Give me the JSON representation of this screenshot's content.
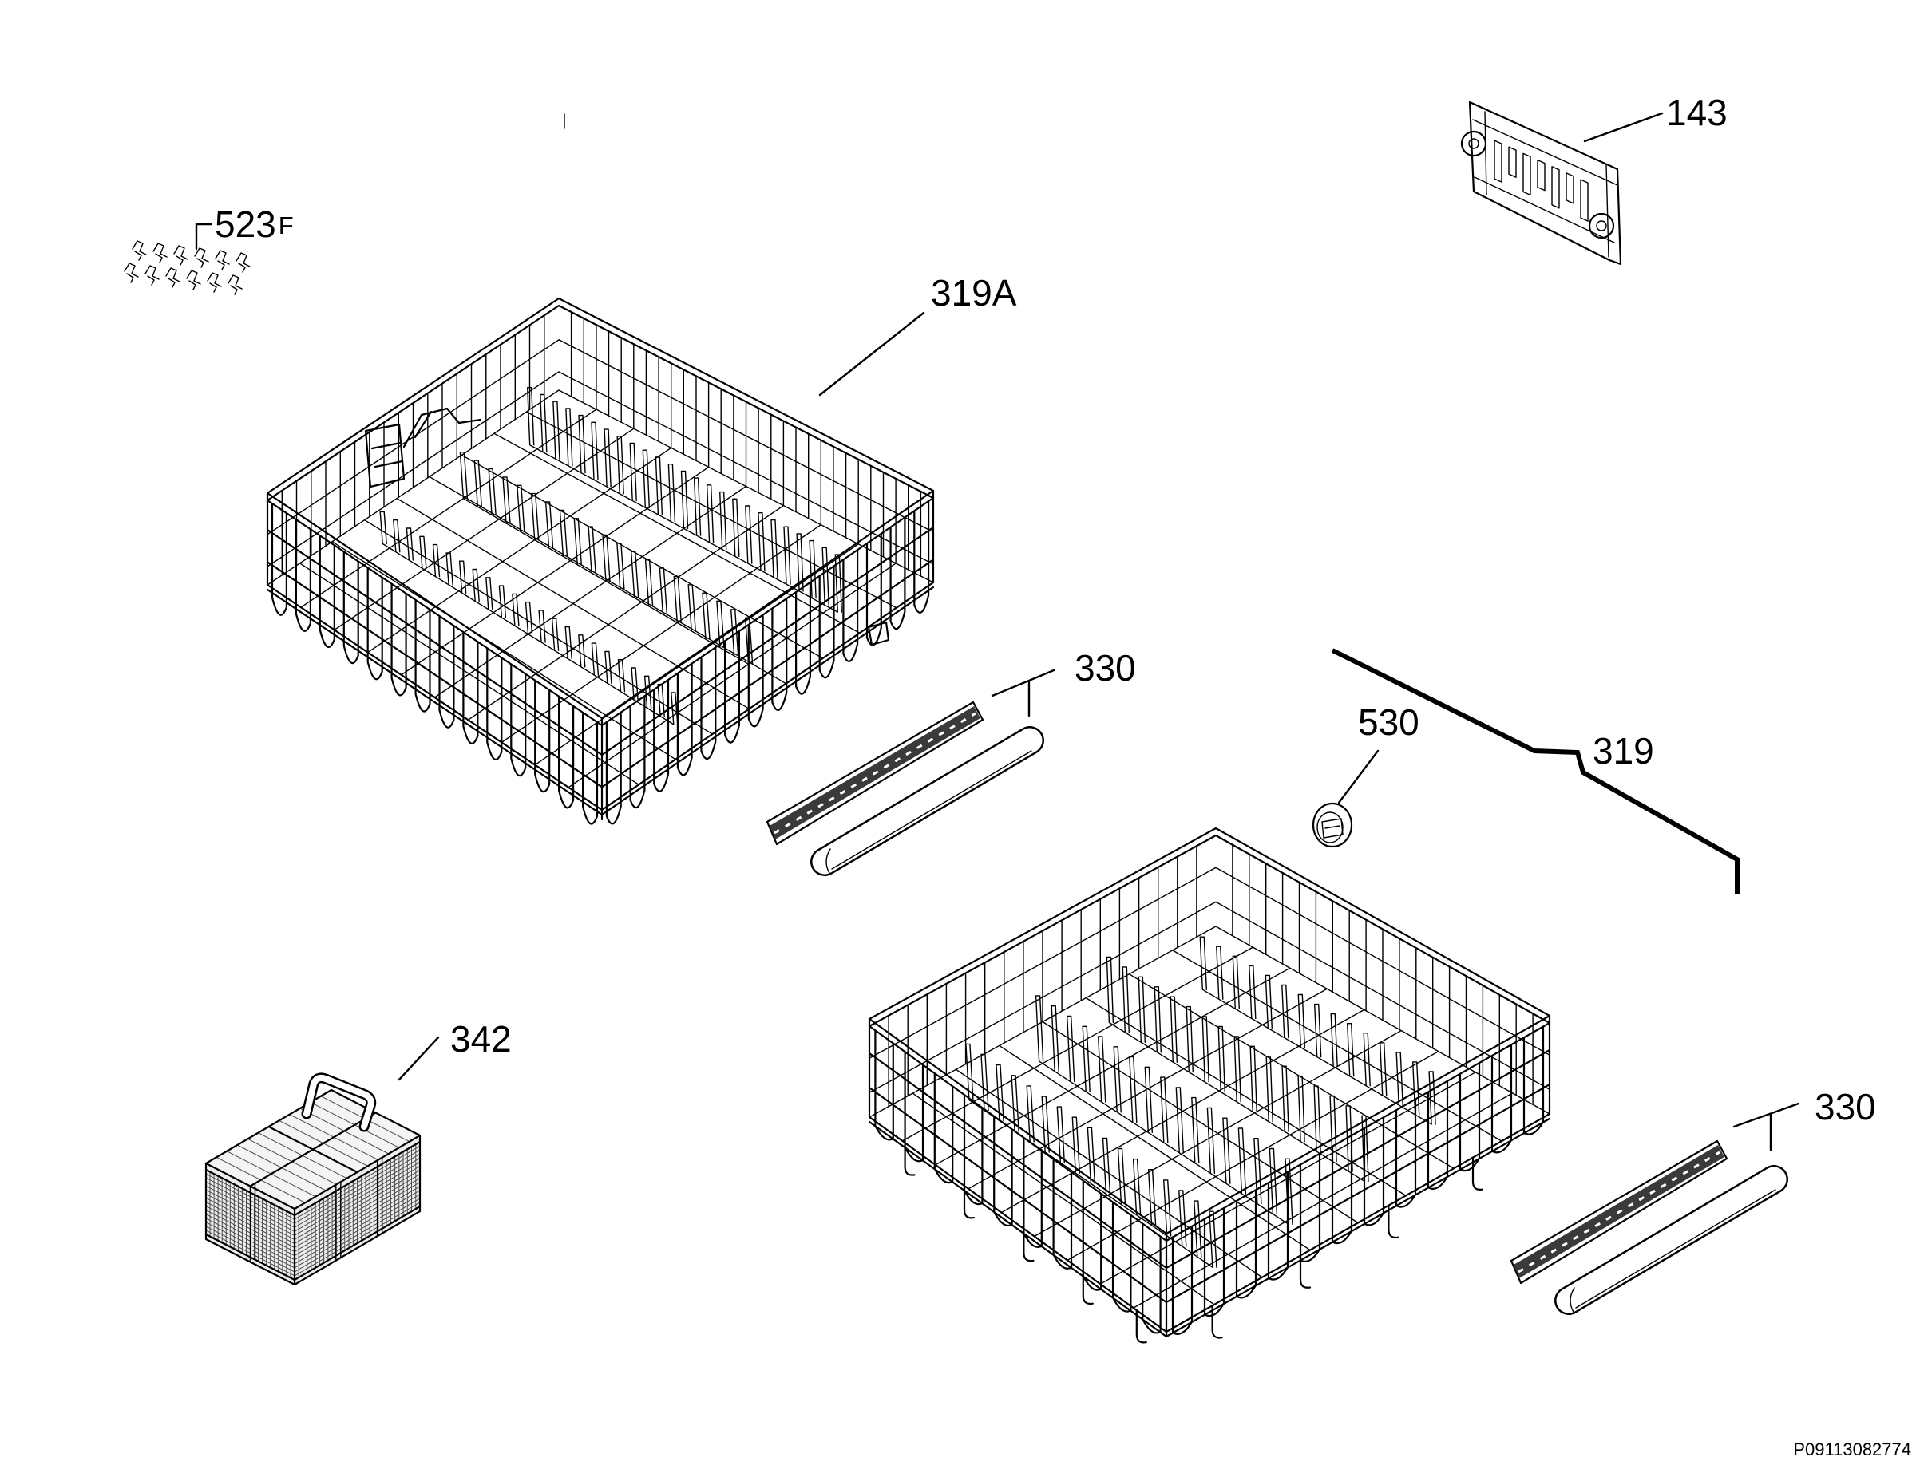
{
  "callouts": {
    "part_143": "143",
    "part_523f": {
      "number": "523",
      "suffix": "F"
    },
    "part_319a": "319A",
    "part_330_upper": "330",
    "part_530": "530",
    "part_319": "319",
    "part_342": "342",
    "part_330_lower": "330"
  },
  "drawing_number": "P09113082774",
  "colors": {
    "line": "#000000",
    "background": "#ffffff",
    "rail_band": "#3a3a3a",
    "mesh": "#4a4a4a",
    "face_fill": "#ececec"
  }
}
